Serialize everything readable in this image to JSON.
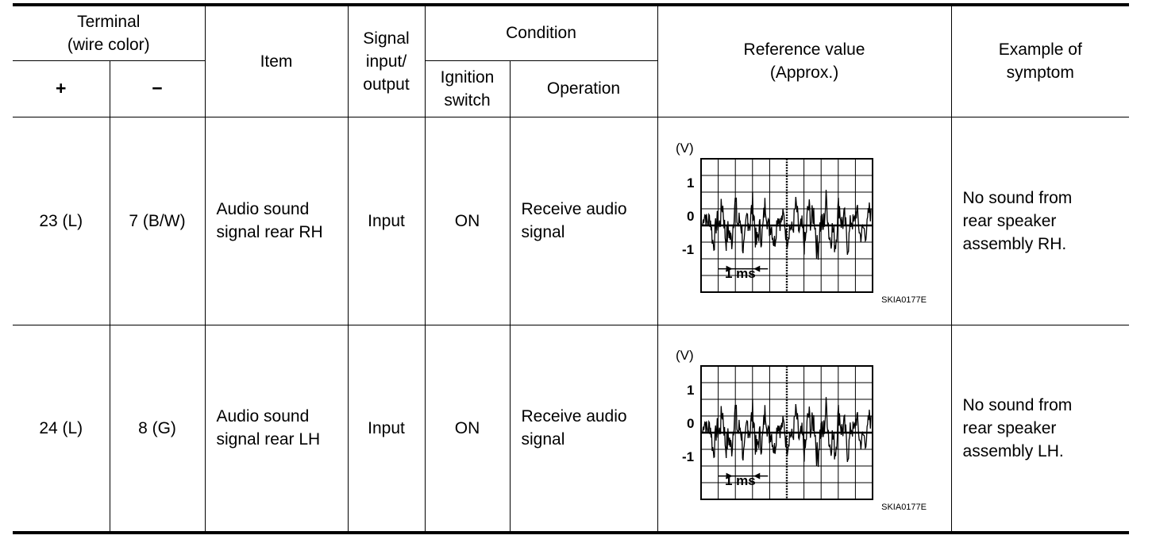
{
  "header": {
    "terminal": [
      "Terminal",
      "(wire color)"
    ],
    "plus": "+",
    "minus": "−",
    "item": "Item",
    "signal": [
      "Signal",
      "input/",
      "output"
    ],
    "condition": "Condition",
    "ignition": [
      "Ignition",
      "switch"
    ],
    "operation": "Operation",
    "reference": [
      "Reference value",
      "(Approx.)"
    ],
    "symptom": [
      "Example of",
      "symptom"
    ]
  },
  "rows": [
    {
      "plus": "23 (L)",
      "minus": "7 (B/W)",
      "item": [
        "Audio sound",
        "signal rear RH"
      ],
      "signal": "Input",
      "ignition": "ON",
      "operation": [
        "Receive audio",
        "signal"
      ],
      "waveform": {
        "unit": "(V)",
        "y_labels": [
          "1",
          "0",
          "-1"
        ],
        "time_label": "1 ms",
        "code": "SKIA0177E"
      },
      "symptom": [
        "No sound from",
        "rear speaker",
        "assembly RH."
      ]
    },
    {
      "plus": "24 (L)",
      "minus": "8 (G)",
      "item": [
        "Audio sound",
        "signal rear LH"
      ],
      "signal": "Input",
      "ignition": "ON",
      "operation": [
        "Receive audio",
        "signal"
      ],
      "waveform": {
        "unit": "(V)",
        "y_labels": [
          "1",
          "0",
          "-1"
        ],
        "time_label": "1 ms",
        "code": "SKIA0177E"
      },
      "symptom": [
        "No sound from",
        "rear speaker",
        "assembly LH."
      ]
    }
  ]
}
